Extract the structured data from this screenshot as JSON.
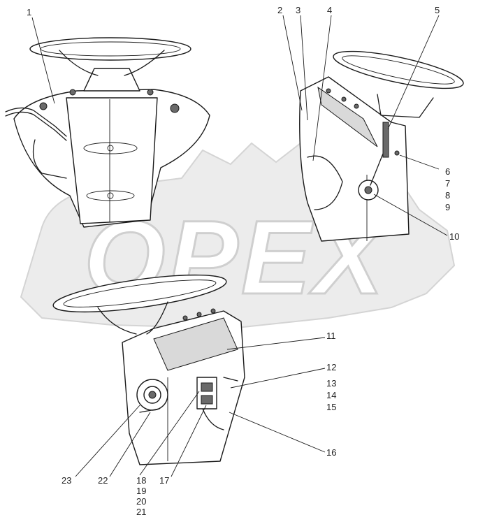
{
  "watermark": {
    "text": "OPEX"
  },
  "callouts": [
    "1",
    "2",
    "3",
    "4",
    "5",
    "6",
    "7",
    "8",
    "9",
    "10",
    "11",
    "12",
    "13",
    "14",
    "15",
    "16",
    "17",
    "18",
    "19",
    "20",
    "21",
    "22",
    "23"
  ],
  "colors": {
    "line": "#1a1a1a",
    "watermark": "#ececec",
    "shade": "#d9d9d9"
  }
}
